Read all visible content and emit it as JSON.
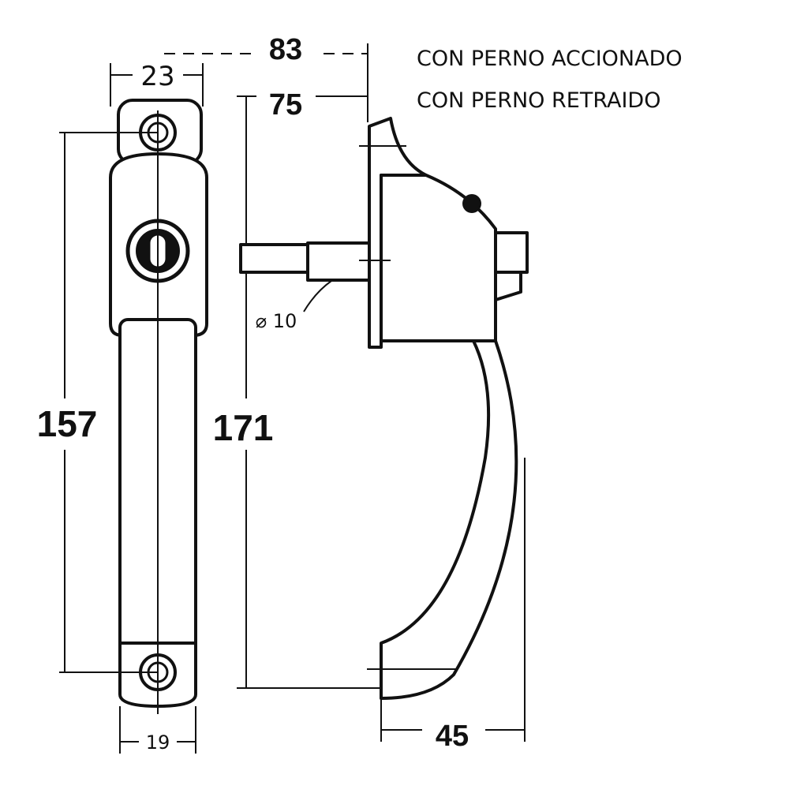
{
  "legend": {
    "line1": "CON PERNO ACCIONADO",
    "line2": "CON PERNO RETRAIDO"
  },
  "dimensions": {
    "front_width_top": "23",
    "front_width_bottom": "19",
    "screw_spacing": "157",
    "total_height": "171",
    "depth_extended": "83",
    "depth_retracted": "75",
    "spindle_diameter": "⌀ 10",
    "handle_depth": "45"
  }
}
